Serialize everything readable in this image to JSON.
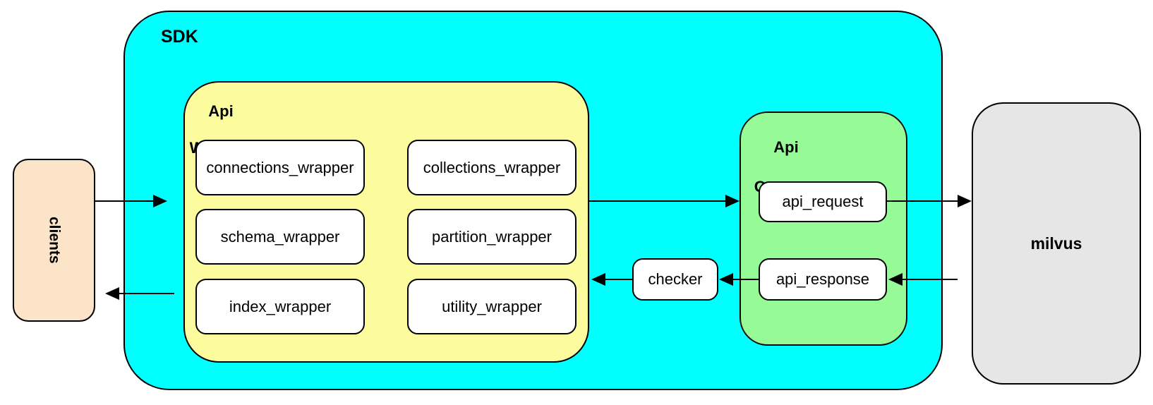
{
  "diagram": {
    "title_context": "SDK architecture diagram",
    "colors": {
      "sdk_fill": "#00FFFF",
      "api_wrapper_fill": "#FCFC9E",
      "api_gateway_fill": "#96FA96",
      "clients_fill": "#FCE4C8",
      "milvus_fill": "#E6E6E6",
      "leaf_fill": "#FFFFFF",
      "line": "#000000"
    },
    "clients": {
      "label": "clients"
    },
    "sdk": {
      "label": "SDK"
    },
    "api_wrapper": {
      "label_line1": "Api",
      "label_line2": "Wrapper",
      "modules": [
        "connections_wrapper",
        "collections_wrapper",
        "schema_wrapper",
        "partition_wrapper",
        "index_wrapper",
        "utility_wrapper"
      ]
    },
    "checker": {
      "label": "checker"
    },
    "api_gateway": {
      "label_line1": "Api",
      "label_line2": "Gateway",
      "request_label": "api_request",
      "response_label": "api_response"
    },
    "milvus": {
      "label": "milvus"
    }
  }
}
